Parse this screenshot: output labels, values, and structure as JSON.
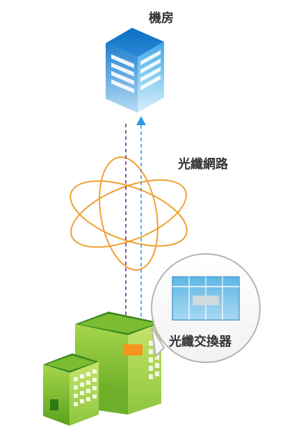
{
  "labels": {
    "server_room": "機房",
    "fiber_network": "光纖網路",
    "fiber_switch": "光纖交換器"
  },
  "colors": {
    "server_blue": "#2f9be0",
    "orbit_orange": "#f0a030",
    "building_green": "#8cc63f",
    "downlink_purple": "#6a2a8a",
    "uplink_blue": "#2b9be4",
    "switch_orange": "#f7941d"
  },
  "icons": {
    "server": "server-tower-icon",
    "network": "fiber-orbit-icon",
    "switch": "fiber-switch-icon",
    "building": "office-building-icon"
  }
}
